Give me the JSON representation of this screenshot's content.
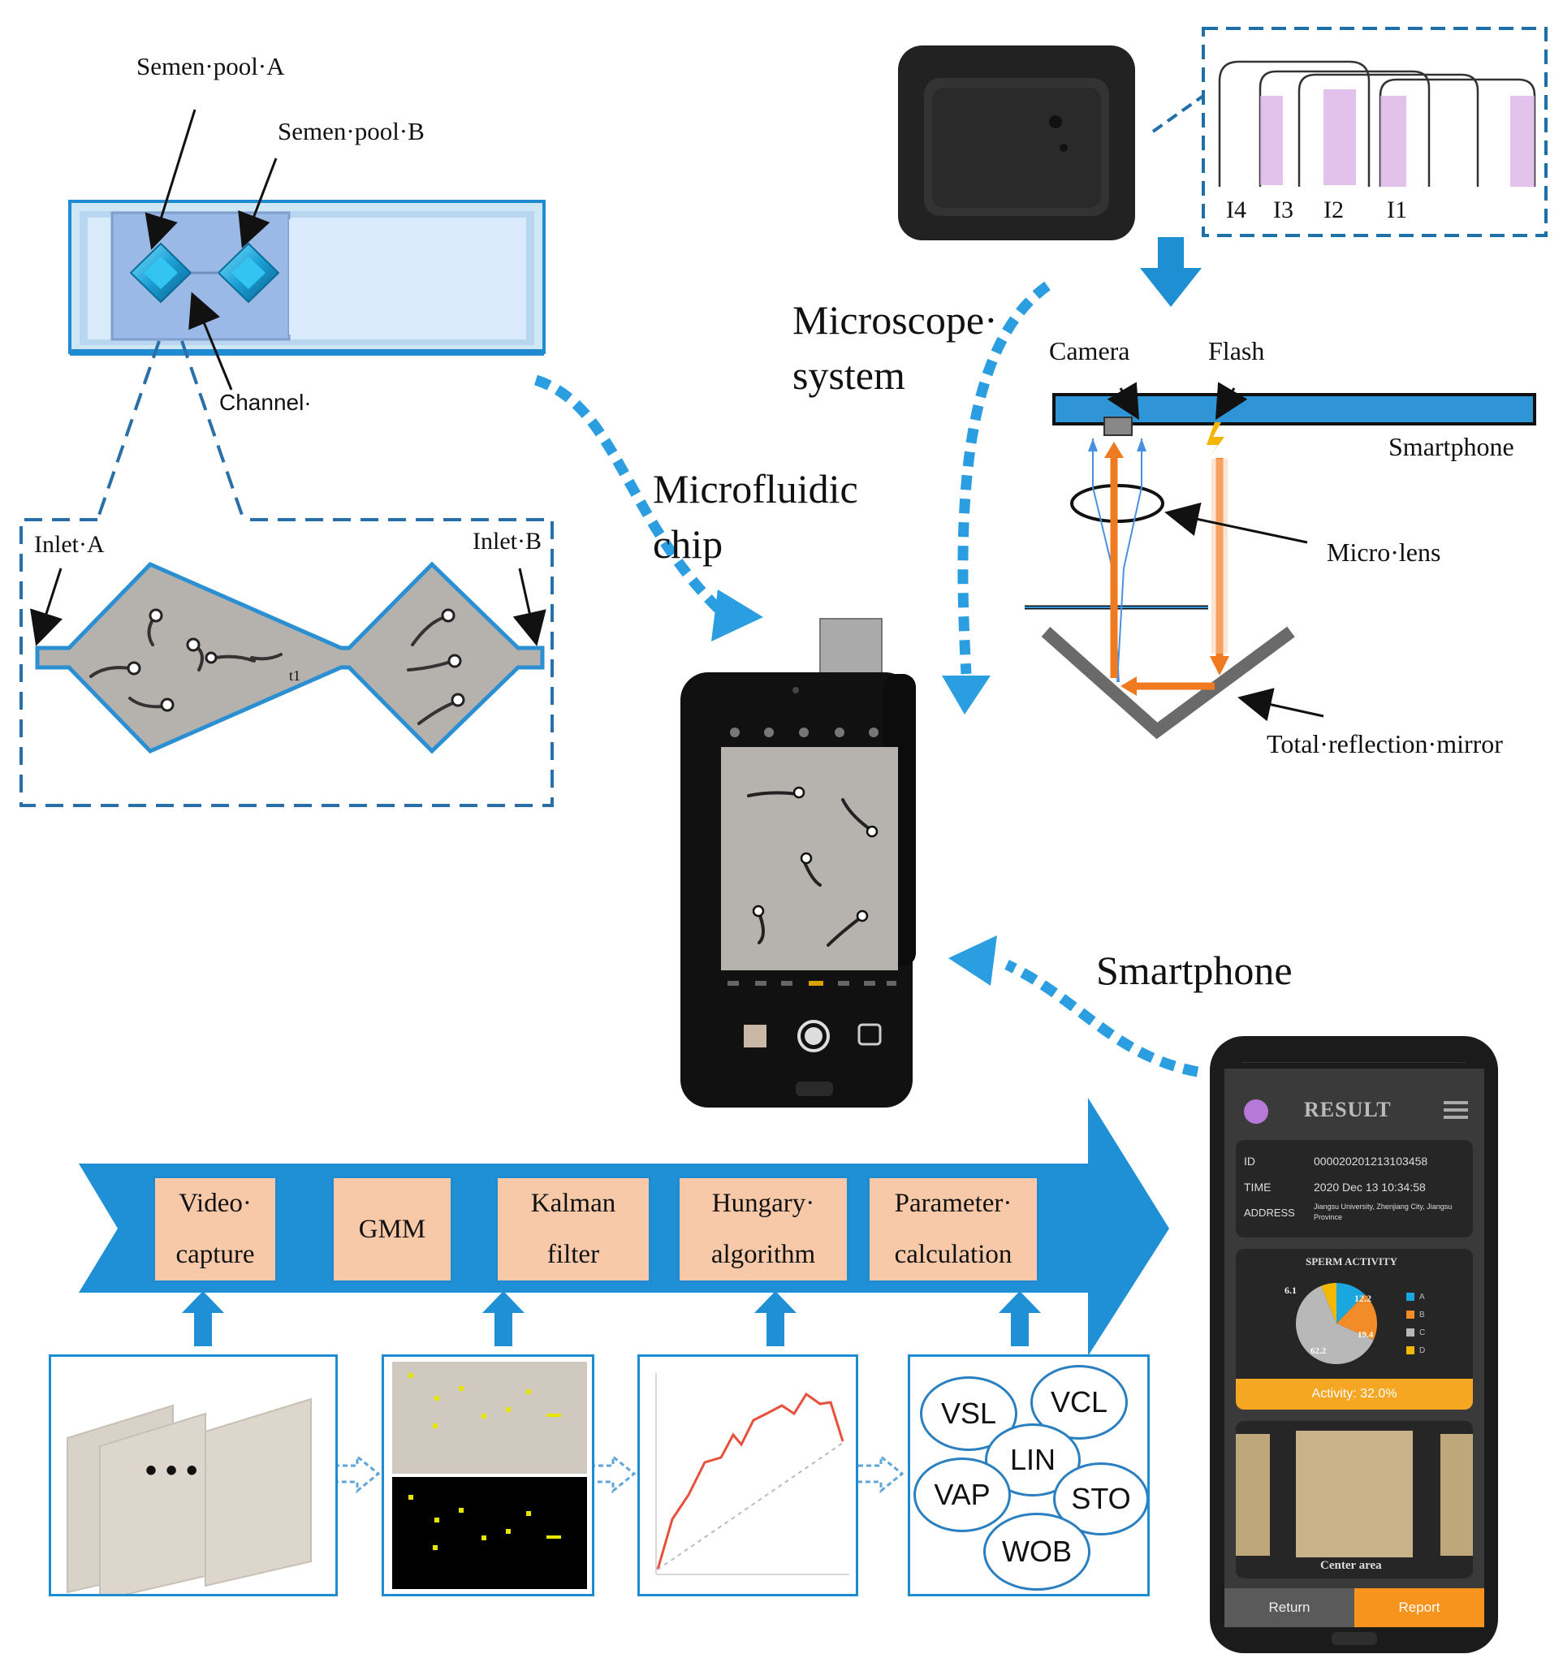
{
  "labels": {
    "semen_pool_a": "Semen·pool·A",
    "semen_pool_b": "Semen·pool·B",
    "channel": "Channel·",
    "inlet_a": "Inlet·A",
    "inlet_b": "Inlet·B",
    "microfluidic_chip": [
      "Microfluidic",
      "chip"
    ],
    "microscope_system": [
      "Microscope·",
      "system"
    ],
    "camera": "Camera",
    "flash": "Flash",
    "smartphone_optics": "Smartphone",
    "micro_lens": "Micro·lens",
    "total_reflection_mirror": "Total·reflection·mirror",
    "smartphone": "Smartphone",
    "lens_holders": [
      "I4",
      "I3",
      "I2",
      "I1"
    ]
  },
  "pipeline": {
    "steps": [
      [
        "Video·",
        "capture"
      ],
      [
        "GMM"
      ],
      [
        "Kalman",
        "filter"
      ],
      [
        "Hungary·",
        "algorithm"
      ],
      [
        "Parameter·",
        "calculation"
      ]
    ],
    "frames_ellipsis": "• • •",
    "parameters": [
      "VSL",
      "VCL",
      "LIN",
      "VAP",
      "STO",
      "WOB"
    ]
  },
  "app": {
    "header_title": "RESULT",
    "id_label": "ID",
    "id_value": "000020201213103458",
    "time_label": "TIME",
    "time_value": "2020 Dec 13 10:34:58",
    "address_label": "ADDRESS",
    "address_value": "Jiangsu University, Zhenjiang City, Jiangsu Province",
    "activity_title": "SPERM ACTIVITY",
    "activity_text": "Activity: 32.0%",
    "pie_labels": [
      "6.1",
      "12.2",
      "19.4",
      "62.2"
    ],
    "legend": [
      "A",
      "B",
      "C",
      "D"
    ],
    "center_area": "Center area",
    "return_button": "Return",
    "report_button": "Report",
    "colors": {
      "a": "#1aa7e0",
      "b": "#f28c28",
      "c": "#b8b8b8",
      "d": "#f5b800",
      "accent": "#f5a623",
      "report": "#f7941d"
    }
  }
}
